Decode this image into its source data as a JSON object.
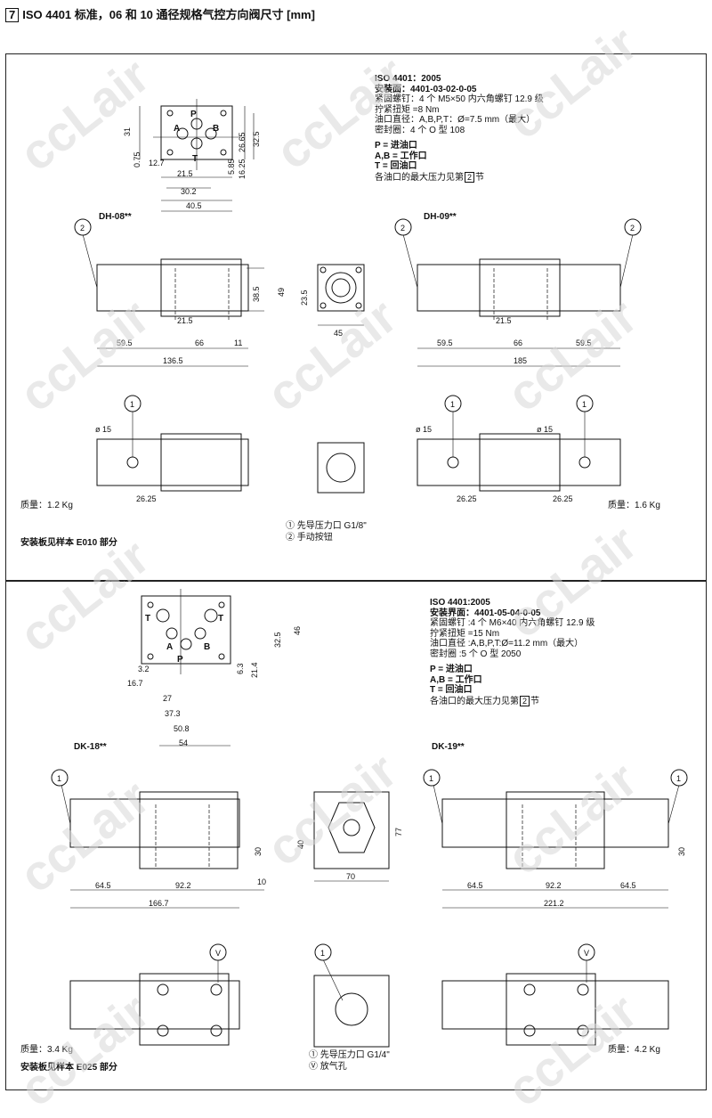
{
  "header": {
    "section_number": "7",
    "title": "ISO 4401 标准，06 和 10 通径规格气控方向阀尺寸 [mm]"
  },
  "watermark": "ccLair",
  "panel1": {
    "spec": {
      "standard": "ISO 4401：2005",
      "mounting": "安装面：4401-03-02-0-05",
      "screws": "紧固螺钉：4 个 M5×50 内六角螺钉 12.9 级",
      "torque": "拧紧扭矩 =8 Nm",
      "port_dia": "油口直径：A,B,P,T：Ø=7.5 mm（最大）",
      "seals": "密封圈：4 个 O 型 108",
      "legend_p": "P  = 进油口",
      "legend_ab": "A,B = 工作口",
      "legend_t": "T  = 回油口",
      "pressure_note": "各油口的最大压力见第",
      "pressure_sec": "2",
      "pressure_tail": "节"
    },
    "model_left": "DH-08**",
    "model_right": "DH-09**",
    "mass_left": "质量：1.2 Kg",
    "mass_right": "质量：1.6 Kg",
    "plate_note": "安装板见样本 E010 部分",
    "notes": [
      "① 先导压力口 G1/8\"",
      "② 手动按钮"
    ],
    "dims": {
      "face": [
        "31",
        "0.75",
        "12.7",
        "21.5",
        "30.2",
        "40.5",
        "26.65",
        "32.5",
        "5.85",
        "16.25"
      ],
      "left": [
        "59.5",
        "66",
        "11",
        "136.5",
        "21.5",
        "38.5"
      ],
      "mid": [
        "49",
        "23.5",
        "45"
      ],
      "right": [
        "59.5",
        "66",
        "59.5",
        "185",
        "21.5"
      ],
      "dia": "ø 15",
      "offset": "26.25"
    },
    "ports": {
      "p": "P",
      "a": "A",
      "b": "B",
      "t": "T"
    },
    "callouts": {
      "one": "1",
      "two": "2"
    }
  },
  "panel2": {
    "spec": {
      "standard": "ISO 4401:2005",
      "mounting": "安装界面：4401-05-04-0-05",
      "screws": "紧固螺钉 :4 个 M6×40 内六角螺钉 12.9 级",
      "torque": "拧紧扭矩 =15 Nm",
      "port_dia": "油口直径 :A,B,P,T:Ø=11.2 mm（最大）",
      "seals": "密封圈 :5 个 O 型 2050",
      "legend_p": "P  = 进油口",
      "legend_ab": "A,B = 工作口",
      "legend_t": "T  = 回油口",
      "pressure_note": "各油口的最大压力见第",
      "pressure_sec": "2",
      "pressure_tail": "节"
    },
    "model_left": "DK-18**",
    "model_right": "DK-19**",
    "mass_left": "质量：3.4 Kg",
    "mass_right": "质量：4.2 Kg",
    "plate_note": "安装板见样本 E025 部分",
    "notes": [
      "① 先导压力口 G1/4\"",
      "Ⓥ 放气孔"
    ],
    "dims": {
      "face": [
        "3.2",
        "16.7",
        "27",
        "37.3",
        "50.8",
        "54",
        "32.5",
        "46",
        "6.3",
        "21.4"
      ],
      "left": [
        "64.5",
        "92.2",
        "166.7",
        "30",
        "10"
      ],
      "mid": [
        "40",
        "77",
        "70"
      ],
      "right": [
        "64.5",
        "92.2",
        "64.5",
        "221.2",
        "30"
      ]
    },
    "callouts": {
      "one": "1",
      "v": "V"
    }
  }
}
